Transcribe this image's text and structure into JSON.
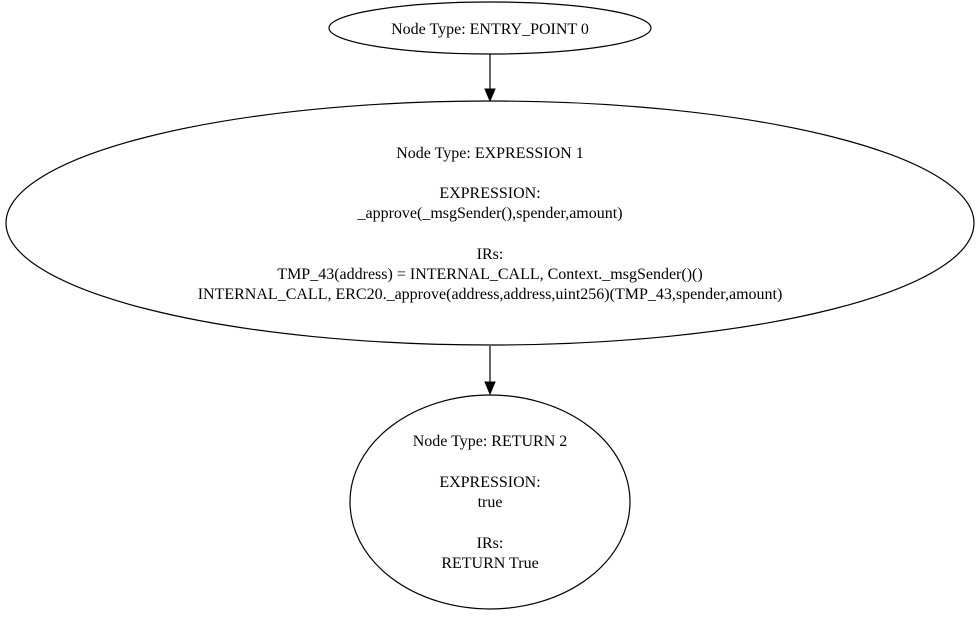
{
  "nodes": [
    {
      "id": "entry_point_0",
      "lines": [
        "Node Type: ENTRY_POINT 0"
      ]
    },
    {
      "id": "expression_1",
      "lines": [
        "Node Type: EXPRESSION 1",
        "",
        "EXPRESSION:",
        "_approve(_msgSender(),spender,amount)",
        "",
        "IRs:",
        "TMP_43(address) = INTERNAL_CALL, Context._msgSender()()",
        "INTERNAL_CALL, ERC20._approve(address,address,uint256)(TMP_43,spender,amount)"
      ]
    },
    {
      "id": "return_2",
      "lines": [
        "Node Type: RETURN 2",
        "",
        "EXPRESSION:",
        "true",
        "",
        "IRs:",
        "RETURN True"
      ]
    }
  ],
  "edges": [
    {
      "from": "entry_point_0",
      "to": "expression_1"
    },
    {
      "from": "expression_1",
      "to": "return_2"
    }
  ]
}
